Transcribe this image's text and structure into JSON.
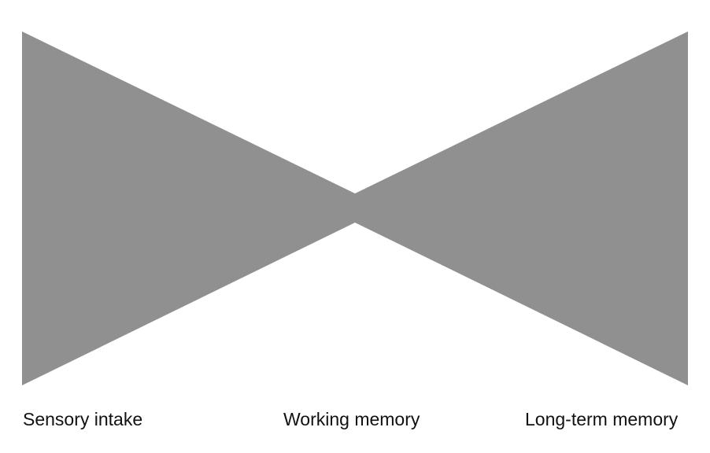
{
  "diagram": {
    "fill": "#909090",
    "labels": {
      "left": "Sensory intake",
      "center": "Working memory",
      "right": "Long-term memory"
    }
  }
}
